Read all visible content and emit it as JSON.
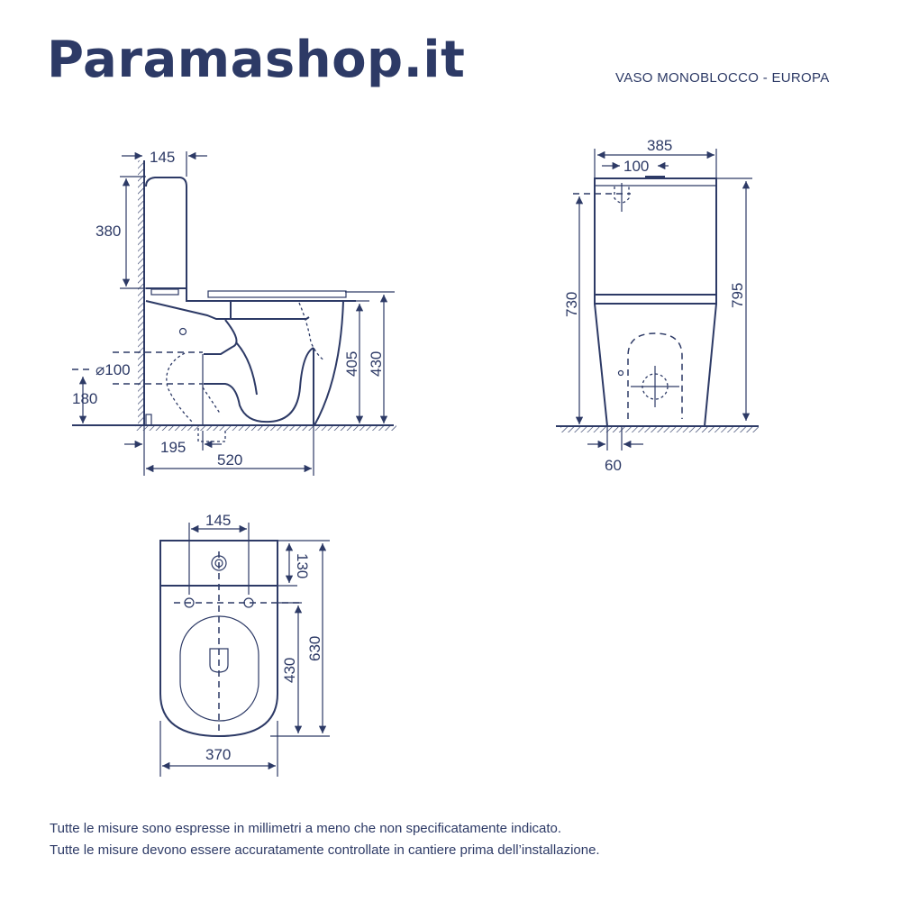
{
  "header": {
    "logo": "Paramashop.it",
    "subtitle": "VASO MONOBLOCCO - EUROPA"
  },
  "side_view": {
    "tank_depth": "145",
    "tank_height": "380",
    "outlet_diameter": "⌀100",
    "outlet_height": "180",
    "outlet_distance": "195",
    "total_depth": "520",
    "rim_height": "405",
    "seat_height": "430"
  },
  "front_view": {
    "width": "385",
    "inlet_offset": "100",
    "inlet_height": "730",
    "total_height": "795",
    "base_offset": "60"
  },
  "top_view": {
    "fixing_distance": "145",
    "tank_depth": "130",
    "bowl_length": "430",
    "total_length": "630",
    "width": "370"
  },
  "footer": {
    "line1": "Tutte le misure sono espresse in millimetri a meno che non specificatamente indicato.",
    "line2": "Tutte le misure devono essere accuratamente controllate in cantiere prima dell’installazione."
  },
  "colors": {
    "primary": "#2d3a66"
  }
}
